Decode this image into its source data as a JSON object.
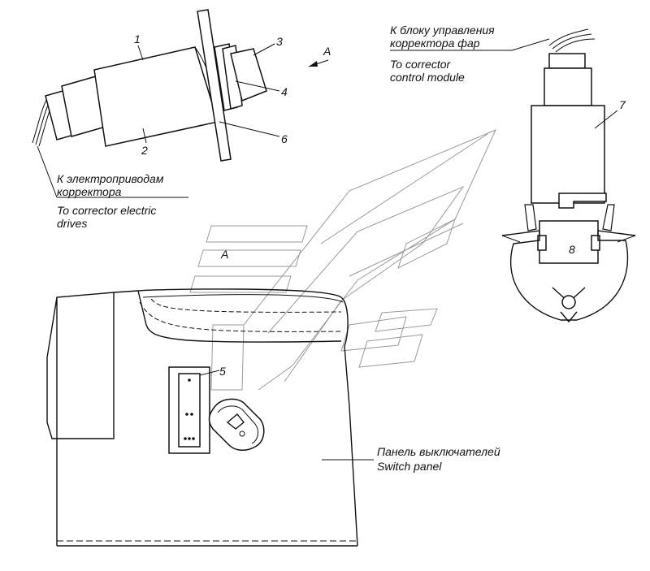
{
  "callouts": {
    "c1": "1",
    "c2": "2",
    "c3": "3",
    "c4": "4",
    "c5": "5",
    "c6": "6",
    "c7": "7",
    "c8": "8",
    "arrow_a": "A",
    "watermark_a": "A"
  },
  "labels": {
    "drives_ru_1": "К электроприводам",
    "drives_ru_2": "корректора",
    "drives_en_1": "To corrector electric",
    "drives_en_2": "drives",
    "module_ru_1": "К блоку управления",
    "module_ru_2": "корректора фар",
    "module_en_1": "To corrector",
    "module_en_2": "control module",
    "panel_ru": "Панель выключателей",
    "panel_en": "Switch panel"
  }
}
